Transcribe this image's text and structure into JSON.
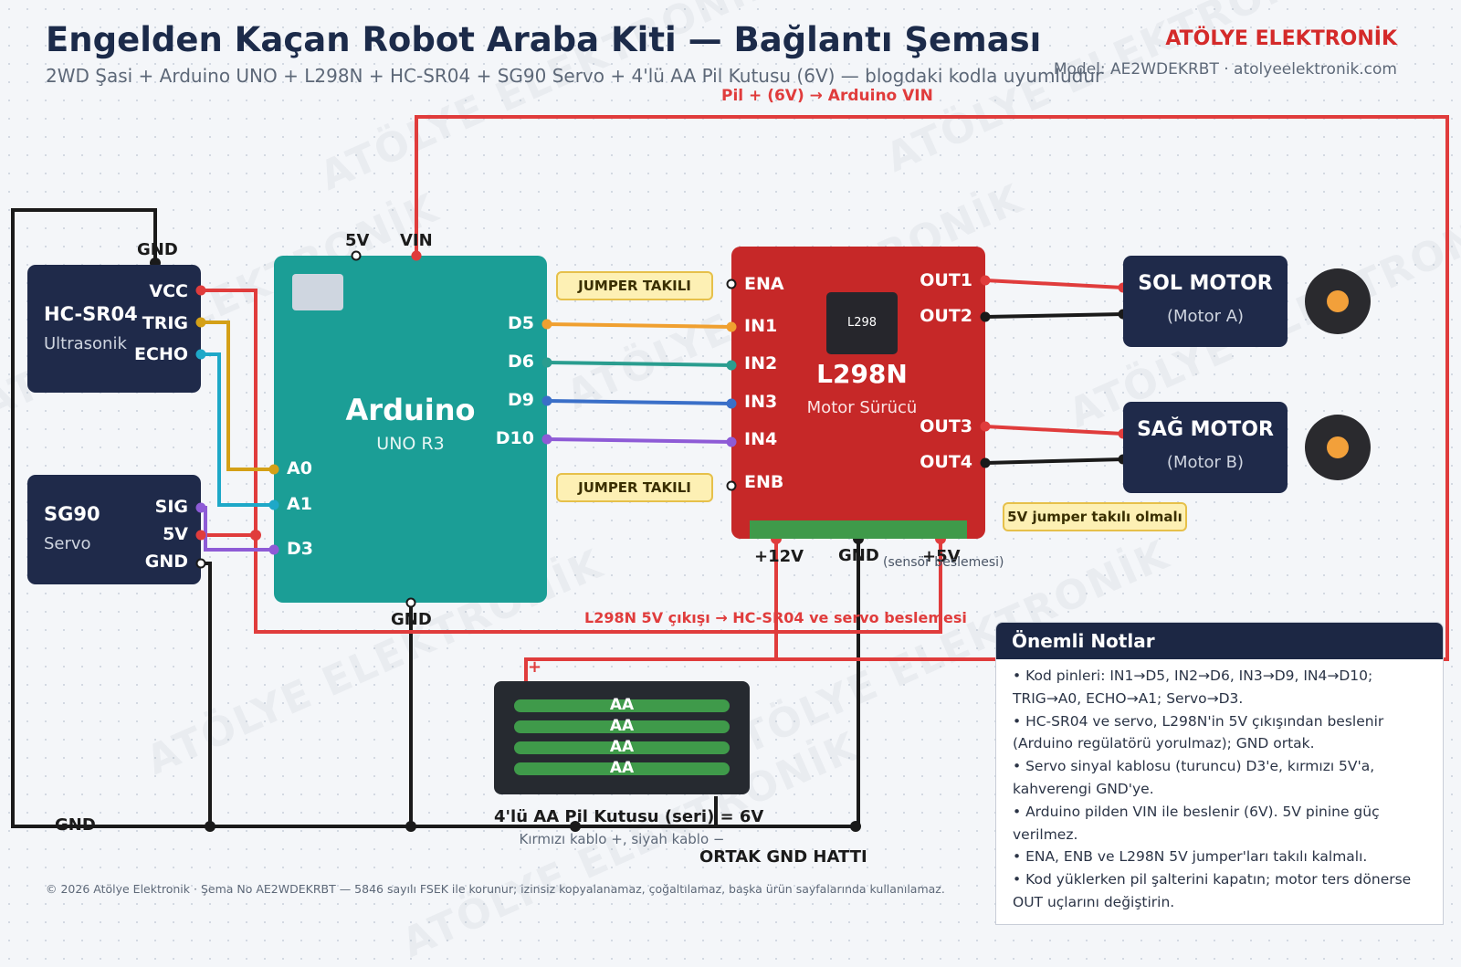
{
  "header": {
    "title": "Engelden Kaçan Robot Araba Kiti — Bağlantı Şeması",
    "subtitle": "2WD Şasi + Arduino UNO + L298N + HC-SR04 + SG90 Servo + 4'lü AA Pil Kutusu (6V) — blogdaki kodla uyumludur",
    "brand": "ATÖLYE ELEKTRONİK",
    "model": "Model: AE2WDEKRBT · atolyeelektronik.com"
  },
  "watermark": "ATÖLYE ELEKTRONİK",
  "hcsr04": {
    "name": "HC-SR04",
    "sub": "Ultrasonik",
    "pins": [
      "VCC",
      "TRIG",
      "ECHO"
    ],
    "gnd_label": "GND"
  },
  "sg90": {
    "name": "SG90",
    "sub": "Servo",
    "pins": [
      "SIG",
      "5V",
      "GND"
    ]
  },
  "arduino": {
    "name": "Arduino",
    "sub": "UNO R3",
    "top_pins": [
      "5V",
      "VIN"
    ],
    "right_pins": [
      "D5",
      "D6",
      "D9",
      "D10"
    ],
    "left_pins": [
      "A0",
      "A1",
      "D3"
    ],
    "gnd_label": "GND"
  },
  "l298n": {
    "name": "L298N",
    "sub": "Motor Sürücü",
    "chip": "L298",
    "left_pins": [
      "ENA",
      "IN1",
      "IN2",
      "IN3",
      "IN4",
      "ENB"
    ],
    "right_pins": [
      "OUT1",
      "OUT2",
      "OUT3",
      "OUT4"
    ],
    "bottom_pins": [
      "+12V",
      "GND",
      "+5V"
    ],
    "sensor_note": "(sensör beslemesi)"
  },
  "jumpers": [
    "JUMPER TAKILI",
    "JUMPER TAKILI"
  ],
  "jumper_5v": "5V jumper takılı olmalı",
  "motors": [
    {
      "name": "SOL MOTOR",
      "sub": "(Motor A)"
    },
    {
      "name": "SAĞ MOTOR",
      "sub": "(Motor B)"
    }
  ],
  "battery": {
    "cells": [
      "AA",
      "AA",
      "AA",
      "AA"
    ],
    "plus": "+",
    "name": "4'lü AA Pil Kutusu (seri) = 6V",
    "sub": "Kırmızı kablo +, siyah kablo −"
  },
  "wire_labels": {
    "vin": "Pil + (6V) → Arduino VIN",
    "l298_5v": "L298N 5V çıkışı → HC-SR04 ve servo beslemesi",
    "gnd_left": "GND",
    "common_gnd": "ORTAK GND HATTI"
  },
  "notes": {
    "title": "Önemli Notlar",
    "items": [
      "• Kod pinleri: IN1→D5, IN2→D6, IN3→D9, IN4→D10; TRIG→A0, ECHO→A1; Servo→D3.",
      "• HC-SR04 ve servo, L298N'in 5V çıkışından beslenir (Arduino regülatörü yorulmaz); GND ortak.",
      "• Servo sinyal kablosu (turuncu) D3'e, kırmızı 5V'a, kahverengi GND'ye.",
      "• Arduino pilden VIN ile beslenir (6V). 5V pinine güç verilmez.",
      "• ENA, ENB ve L298N 5V jumper'ları takılı kalmalı.",
      "• Kod yüklerken pil şalterini kapatın; motor ters dönerse OUT uçlarını değiştirin."
    ]
  },
  "footer": "© 2026 Atölye Elektronik · Şema No AE2WDEKRBT — 5846 sayılı FSEK ile korunur; izinsiz kopyalanamaz, çoğaltılamaz, başka ürün sayfalarında kullanılamaz.",
  "colors": {
    "navy": "#1f2a4a",
    "arduino": "#1b9e96",
    "l298n": "#c62828",
    "wire_red": "#e03c3c",
    "wire_orange": "#f0a030",
    "wire_teal": "#2a9d8f",
    "wire_blue": "#3a6fc8",
    "wire_purple": "#8e5bd6",
    "wire_yellow": "#d4a017",
    "wire_cyan": "#1ea8c8",
    "wire_black": "#1a1a1a",
    "battery_green": "#3f9a4a"
  }
}
